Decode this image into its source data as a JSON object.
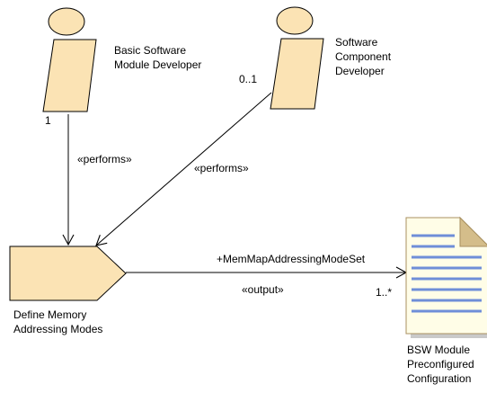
{
  "colors": {
    "actor_fill": "#fbe3b4",
    "actor_stroke": "#000000",
    "document_fill": "#fffde7",
    "document_fold": "#d4bd8a",
    "document_lines": "#6f8ed8",
    "edge": "#000000"
  },
  "actors": [
    {
      "id": "basic-software-module-developer",
      "label_lines": [
        "Basic Software",
        "Module Developer"
      ],
      "multiplicity": "1"
    },
    {
      "id": "software-component-developer",
      "label_lines": [
        "Software",
        "Component",
        "Developer"
      ],
      "multiplicity": "0..1"
    }
  ],
  "task": {
    "label_lines": [
      "Define Memory",
      "Addressing Modes"
    ],
    "icon": "task-definition-icon"
  },
  "work_product": {
    "label_lines": [
      "BSW Module",
      "Preconfigured",
      "Configuration"
    ],
    "icon": "document-icon",
    "multiplicity": "1..*"
  },
  "edges": {
    "performs_left": "«performs»",
    "performs_right": "«performs»",
    "output_stereotype": "«output»",
    "output_role": "+MemMapAddressingModeSet"
  }
}
